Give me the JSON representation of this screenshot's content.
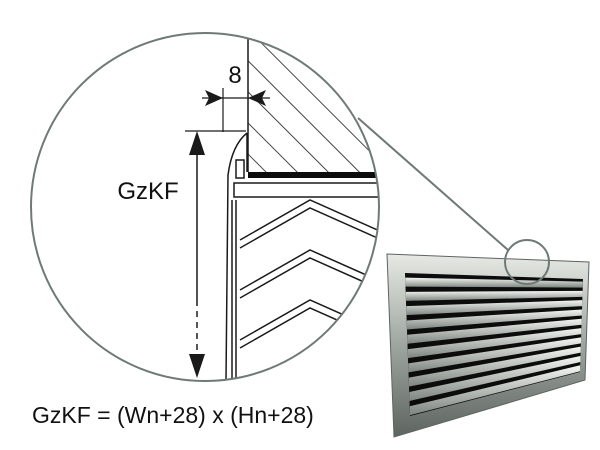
{
  "dimension_gap": "8",
  "dimension_height": "GzKF",
  "formula": "GzKF = (Wn+28) x (Hn+28)",
  "colors": {
    "line": "#1a1a1a",
    "circle": "#6f7a78",
    "frame": "#9ea5a0",
    "slat": "#d6dbd6",
    "dark": "#0c0c0c"
  },
  "slat_count": 10
}
